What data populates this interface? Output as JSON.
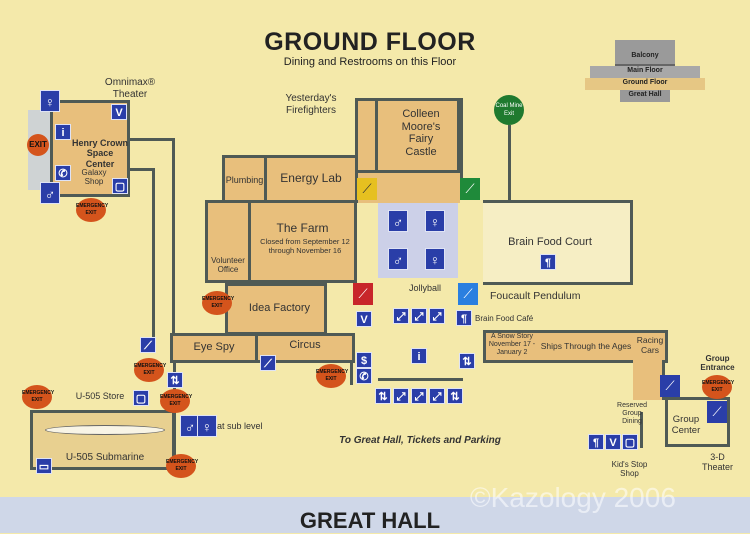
{
  "title": "GROUND FLOOR",
  "subtitle": "Dining and Restrooms on this Floor",
  "footer_title": "GREAT HALL",
  "watermark": "©Kazology 2006",
  "floor_key": {
    "balcony": "Balcony",
    "main": "Main Floor",
    "ground": "Ground Floor",
    "great_hall": "Great Hall"
  },
  "rooms": {
    "omnimax": "Omnimax® Theater",
    "henry_crown": "Henry Crown Space Center",
    "galaxy": "Galaxy Shop",
    "firefighters": "Yesterday's Firefighters",
    "colleen": "Colleen Moore's Fairy Castle",
    "coal": "Coal Mine Exit",
    "plumbing": "Plumbing",
    "energy": "Energy Lab",
    "farm": "The Farm",
    "farm_note": "Closed from September 12 through November 16",
    "volunteer": "Volunteer Office",
    "brain_food": "Brain Food Court",
    "jollyball": "Jollyball",
    "foucault": "Foucault Pendulum",
    "brain_cafe": "Brain Food Café",
    "idea": "Idea Factory",
    "eye_spy": "Eye Spy",
    "circus": "Circus",
    "snow": "A Snow Story November 17 - January 2",
    "ships": "Ships Through the Ages",
    "racing": "Racing Cars",
    "group_entrance": "Group Entrance",
    "reserved": "Reserved Group Dining",
    "group_center": "Group Center",
    "theater3d": "3-D Theater",
    "kids": "Kid's Stop Shop",
    "u505_store": "U-505 Store",
    "u505": "U-505 Submarine",
    "sub_level": "at sub level",
    "to_great_hall": "To Great Hall, Tickets and Parking"
  },
  "exit": "EXIT",
  "emergency": "EMERGENCY",
  "emergency_exit": "EMERGENCY EXIT"
}
